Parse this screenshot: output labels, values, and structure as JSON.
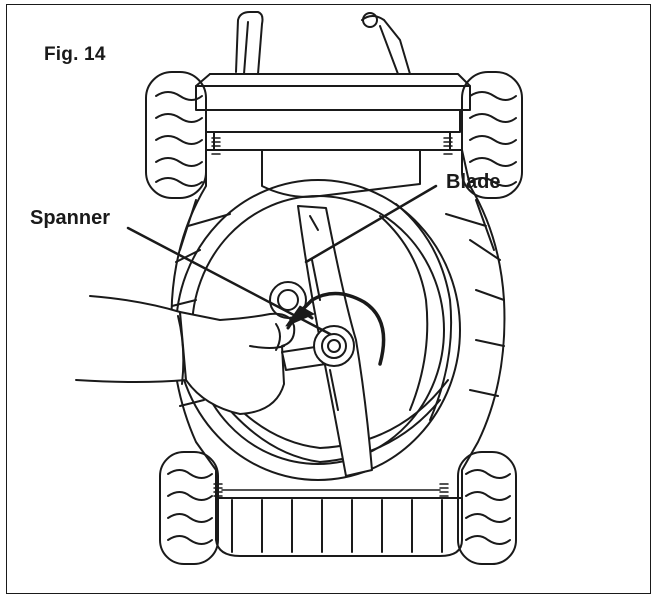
{
  "figure": {
    "label": "Fig. 14"
  },
  "callouts": {
    "blade": "Blade",
    "spanner": "Spanner"
  },
  "colors": {
    "line": "#1a1a1a",
    "background": "#ffffff"
  },
  "icons": {
    "rotation": "curved-arrow-icon"
  }
}
